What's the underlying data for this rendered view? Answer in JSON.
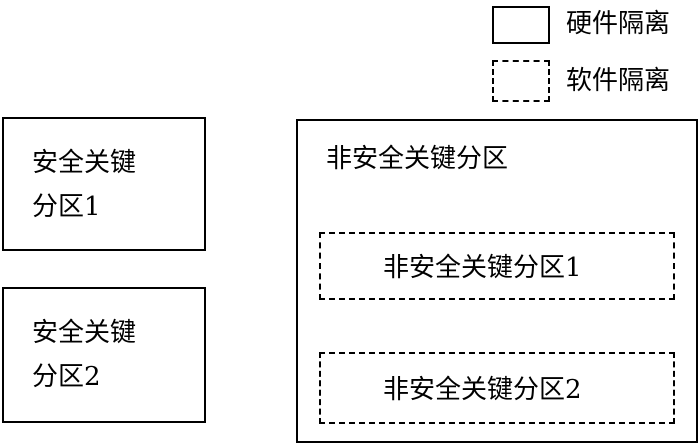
{
  "legend": {
    "hardware_label": "硬件隔离",
    "software_label": "软件隔离"
  },
  "safety_partitions": [
    {
      "line1": "安全关键",
      "line2": "分区1"
    },
    {
      "line1": "安全关键",
      "line2": "分区2"
    }
  ],
  "non_safety_container": {
    "title": "非安全关键分区",
    "partitions": [
      {
        "label": "非安全关键分区1"
      },
      {
        "label": "非安全关键分区2"
      }
    ]
  }
}
